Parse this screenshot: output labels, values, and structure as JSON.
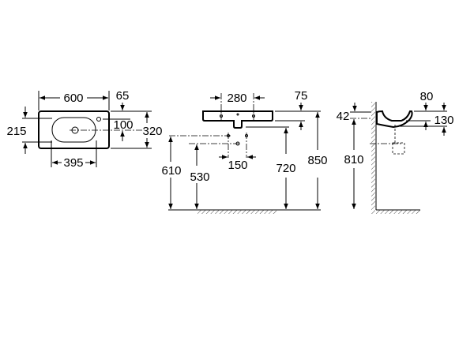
{
  "top_view": {
    "width": "600",
    "tap_offset": "65",
    "depth": "320",
    "drain_offset": "100",
    "bowl_depth": "215",
    "bowl_width": "395"
  },
  "front_view": {
    "tap_spacing": "280",
    "rim_height": "75",
    "total_height": "850",
    "underside_height": "720",
    "supply_height": "610",
    "waste_height": "530",
    "supply_spacing": "150"
  },
  "side_view": {
    "rim_to_axis": "42",
    "axis_height": "810",
    "front_drop": "80",
    "bowl_depth": "130"
  }
}
